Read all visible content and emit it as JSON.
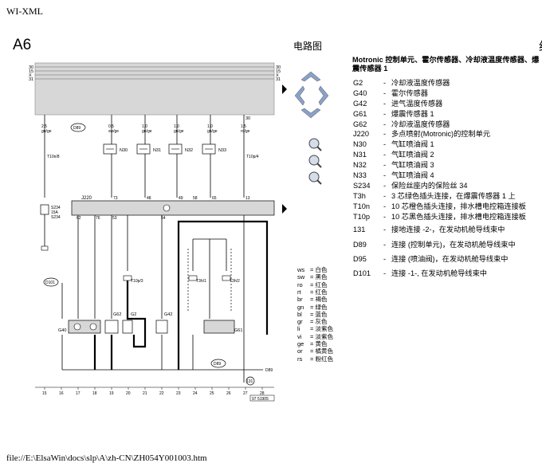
{
  "header": {
    "top_label": "WI-XML",
    "page_id": "A6",
    "diagram_title": "电路图",
    "edge_char": "约"
  },
  "legend": {
    "heading": "Motronic 控制单元、霍尔传感器、冷却液温度传感器、爆震传感器 1",
    "components": [
      {
        "code": "G2",
        "desc": "冷却液温度传感器"
      },
      {
        "code": "G40",
        "desc": "霍尔传感器"
      },
      {
        "code": "G42",
        "desc": "进气温度传感器"
      },
      {
        "code": "G61",
        "desc": "爆震传感器 1"
      },
      {
        "code": "G62",
        "desc": "冷却液温度传感器"
      },
      {
        "code": "J220",
        "desc": "多点喷射(Motronic)的控制单元"
      },
      {
        "code": "N30",
        "desc": "气缸喷油阀 1"
      },
      {
        "code": "N31",
        "desc": "气缸喷油阀 2"
      },
      {
        "code": "N32",
        "desc": "气缸喷油阀 3"
      },
      {
        "code": "N33",
        "desc": "气缸喷油阀 4"
      },
      {
        "code": "S234",
        "desc": "保险丝座内的保险丝 34"
      },
      {
        "code": "T3h",
        "desc": "3 芯绿色插头连接，在爆震传感器 1 上"
      },
      {
        "code": "T10n",
        "desc": "10 芯橙色插头连接，排水槽电控箱连接板"
      },
      {
        "code": "T10p",
        "desc": "10 芯黑色插头连接，排水槽电控箱连接板"
      },
      {
        "code": "131",
        "desc": "接地连接 -2-，在发动机舱导线束中"
      },
      {
        "code": "D89",
        "desc": "连接 (控制单元)，在发动机舱导线束中"
      },
      {
        "code": "D95",
        "desc": "连接 (喷油阀)，在发动机舱导线束中"
      },
      {
        "code": "D101",
        "desc": "连接 -1-, 在发动机舱导线束中"
      }
    ],
    "colors": [
      {
        "code": "ws",
        "name": "白色"
      },
      {
        "code": "sw",
        "name": "黑色"
      },
      {
        "code": "ro",
        "name": "红色"
      },
      {
        "code": "rt",
        "name": "红色"
      },
      {
        "code": "br",
        "name": "褐色"
      },
      {
        "code": "gn",
        "name": "绿色"
      },
      {
        "code": "bl",
        "name": "蓝色"
      },
      {
        "code": "gr",
        "name": "灰色"
      },
      {
        "code": "li",
        "name": "淡紫色"
      },
      {
        "code": "vi",
        "name": "淡紫色"
      },
      {
        "code": "ge",
        "name": "黄色"
      },
      {
        "code": "or",
        "name": "橘黄色"
      },
      {
        "code": "rs",
        "name": "粉红色"
      }
    ]
  },
  "schematic": {
    "rail_labels": [
      "30",
      "15",
      "X",
      "31"
    ],
    "terminal_30": "30",
    "wires_top": [
      "2.5\ngn/ge",
      "0.5\nsw/ge",
      "1.0\ngn/ge",
      "1.0\ngn/ge",
      "1.0\ngn/ge",
      "1.5\nro/ge"
    ],
    "injectors": [
      "N30",
      "N31",
      "N32",
      "N33"
    ],
    "connectors": {
      "t10n_left": "T10n/8",
      "t10p_right": "T10p/4",
      "t10p_mid": "T10p/3",
      "t3h_1": "T3h/1",
      "t3h_2": "T3h/2"
    },
    "fuse": {
      "label": "S234",
      "rating": "15A",
      "sub": "S234"
    },
    "control_unit": "J220",
    "cu_pins": [
      "73",
      "48",
      "49",
      "58",
      "65",
      "13"
    ],
    "cu_pins_bottom": [
      "62",
      "76",
      "53",
      "54"
    ],
    "splices": [
      "D89",
      "D101",
      "D89",
      "131"
    ],
    "sensors": [
      "G40",
      "G62",
      "G2",
      "G42",
      "G61"
    ],
    "ground_labels": [
      "D89"
    ],
    "bottom_numbers": [
      "15",
      "16",
      "17",
      "18",
      "19",
      "20",
      "21",
      "22",
      "23",
      "24",
      "25",
      "26",
      "27",
      "28"
    ],
    "doc_number": "97 51905"
  },
  "footer": {
    "path": "file://E:\\ElsaWin\\docs\\slp\\A\\zh-CN\\ZH054Y001003.htm"
  }
}
